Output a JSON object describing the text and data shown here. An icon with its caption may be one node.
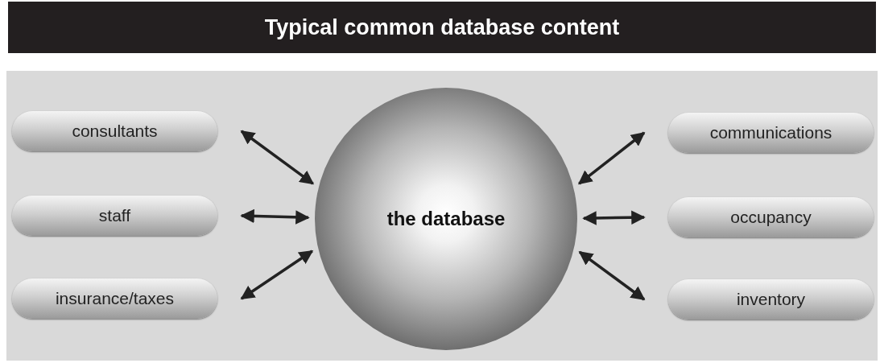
{
  "diagram": {
    "title": "Typical common database content",
    "nodes": [
      {
        "text": [
          "consultants"
        ]
      },
      {
        "text": [
          "staff"
        ]
      },
      {
        "text": [
          "insurance/taxes"
        ]
      },
      {
        "text": [
          "the database"
        ]
      },
      {
        "text": [
          "communications"
        ]
      },
      {
        "text": [
          "occupancy"
        ]
      },
      {
        "text": [
          "inventory"
        ]
      }
    ],
    "edges": [
      {
        "from": 0,
        "to": 3,
        "arrow": "both"
      },
      {
        "from": 1,
        "to": 3,
        "arrow": "both"
      },
      {
        "from": 2,
        "to": 3,
        "arrow": "both"
      },
      {
        "from": 4,
        "to": 3,
        "arrow": "both"
      },
      {
        "from": 5,
        "to": 3,
        "arrow": "both"
      },
      {
        "from": 6,
        "to": 3,
        "arrow": "both"
      }
    ]
  }
}
